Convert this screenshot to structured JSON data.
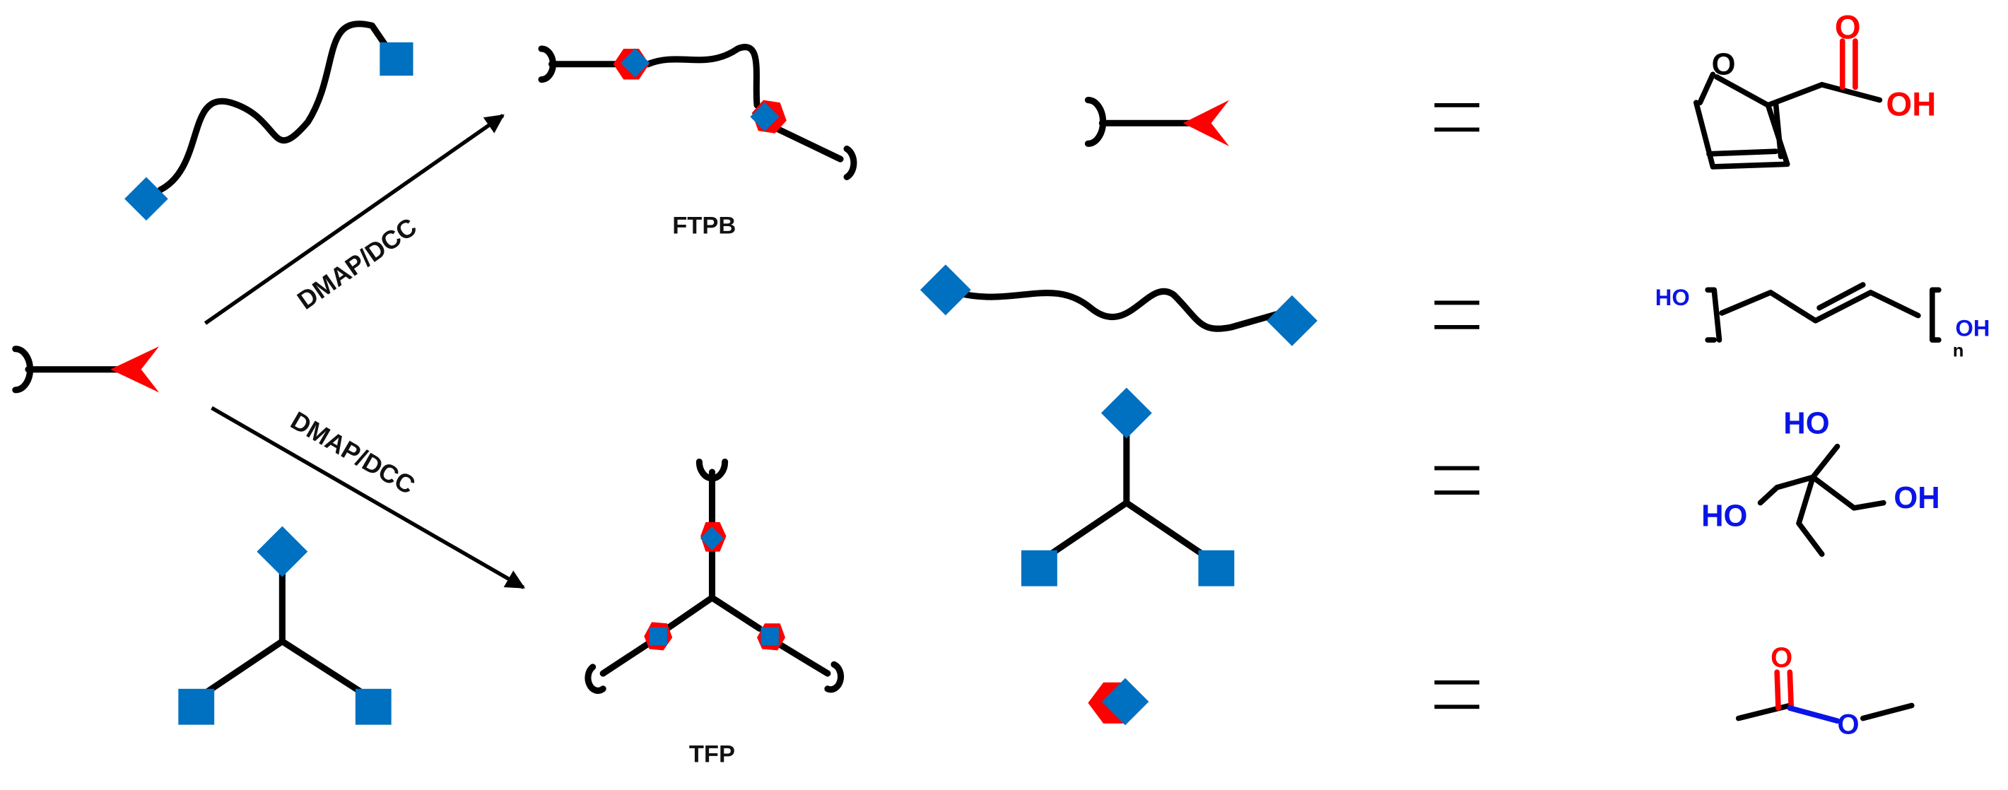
{
  "reagents": {
    "top_arrow_label": "DMAP/DCC",
    "bottom_arrow_label": "DMAP/DCC"
  },
  "products": {
    "linear": "FTPB",
    "star": "TFP"
  },
  "legend": {
    "equals_symbol": "=",
    "furan": {
      "ring_atom": "O",
      "carbonyl_O": "O",
      "hydroxyl": "OH"
    },
    "htpb": {
      "left_end": "HO",
      "right_end": "OH",
      "repeat": "n"
    },
    "triol": {
      "top": "HO",
      "left": "HO",
      "right": "OH"
    },
    "ester": {
      "carbonyl_O": "O",
      "ether_O": "O"
    }
  },
  "colors": {
    "furan_red": "#ff0000",
    "hydroxyl_blue": "#0070c0",
    "text_blue": "#0a14e6",
    "bond_black": "#000000"
  }
}
